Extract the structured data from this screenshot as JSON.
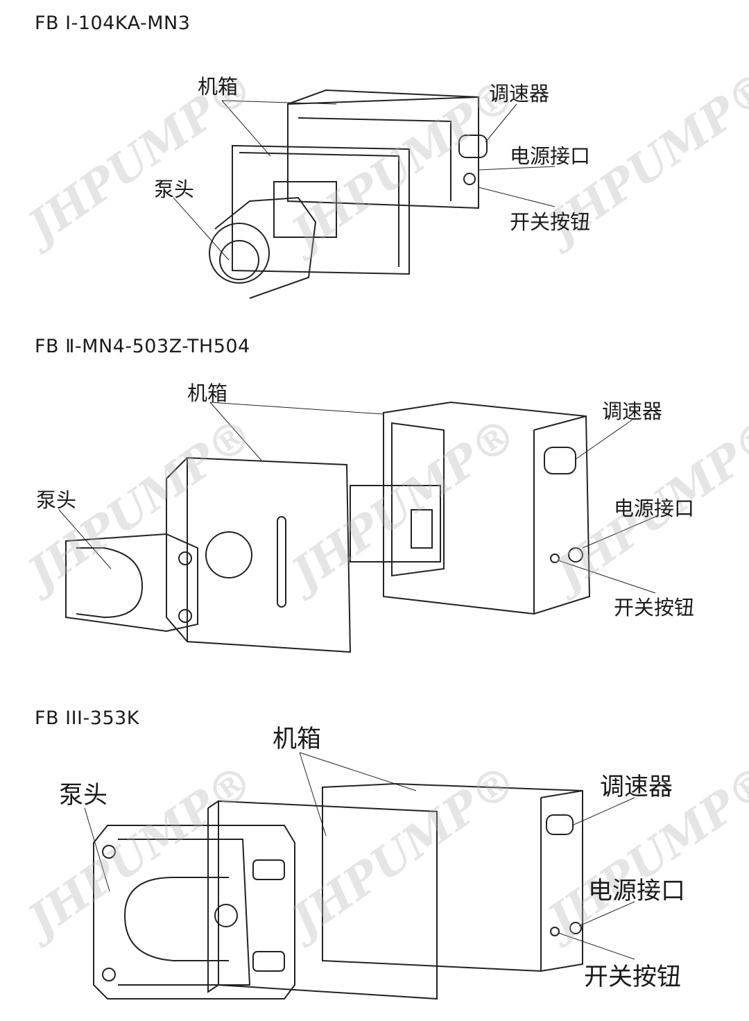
{
  "sections": [
    {
      "title": "FB Ⅰ-104KA-MN3",
      "labels": {
        "case": "机箱",
        "speed": "调速器",
        "power": "电源接口",
        "switch": "开关按钮",
        "head": "泵头"
      }
    },
    {
      "title": "FB Ⅱ-MN4-503Z-TH504",
      "labels": {
        "case": "机箱",
        "speed": "调速器",
        "power": "电源接口",
        "switch": "开关按钮",
        "head": "泵头"
      }
    },
    {
      "title": "FB III-353K",
      "labels": {
        "case": "机箱",
        "speed": "调速器",
        "power": "电源接口",
        "switch": "开关按钮",
        "head": "泵头"
      }
    }
  ],
  "watermark": "JHPUMP®"
}
